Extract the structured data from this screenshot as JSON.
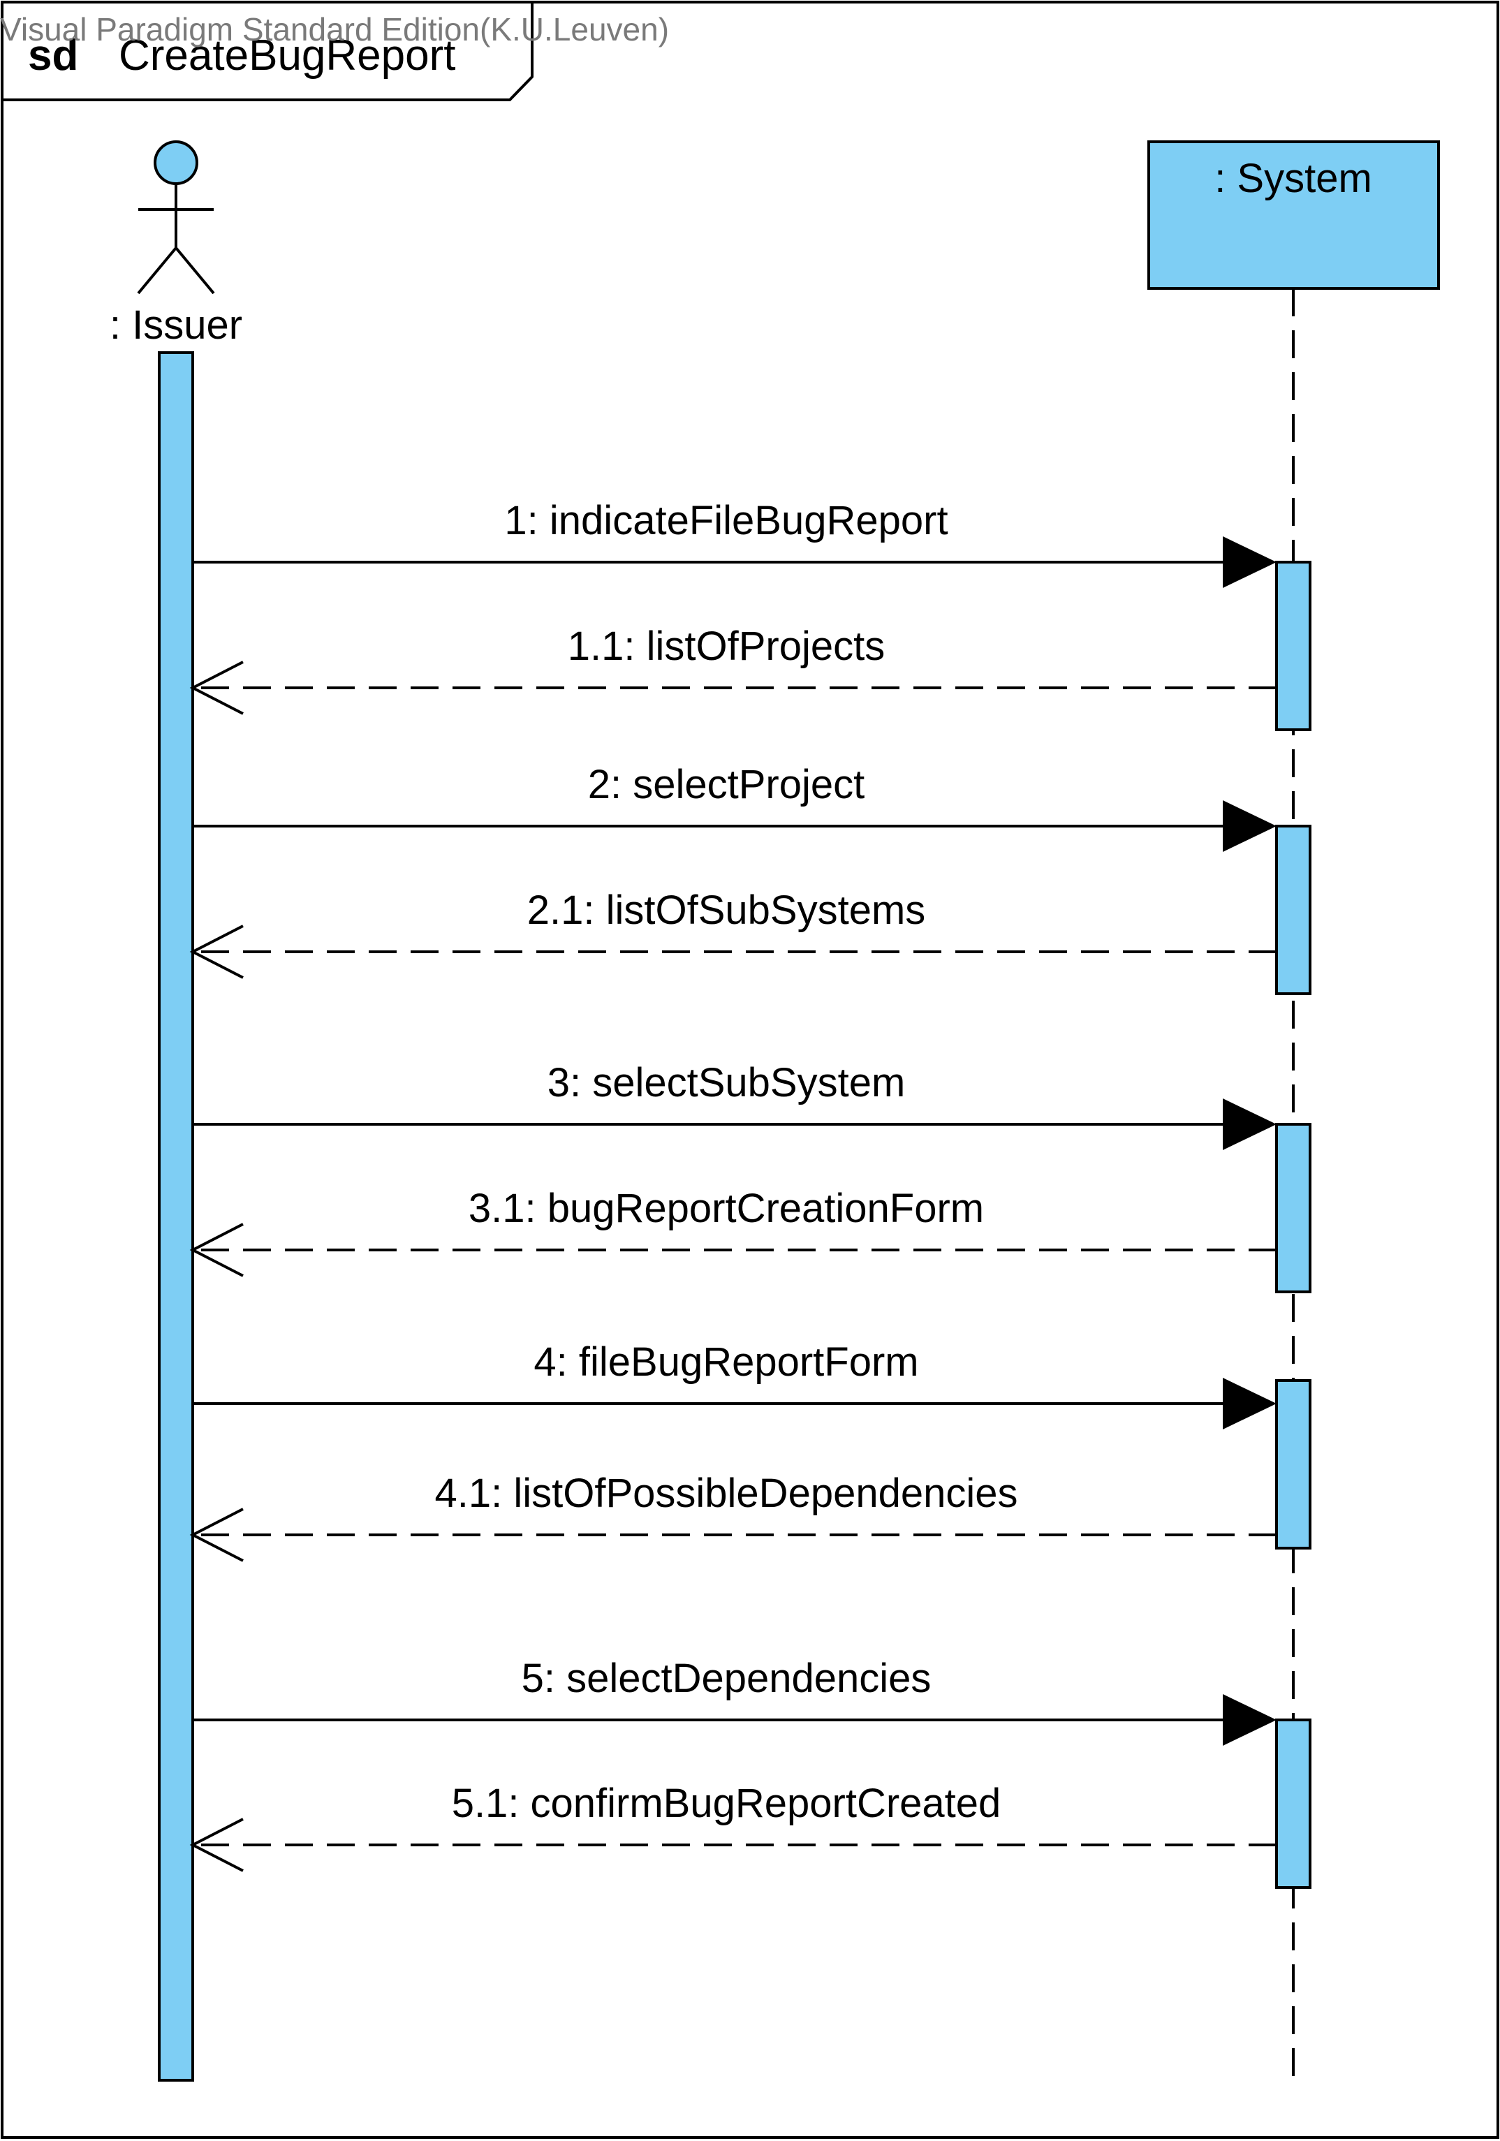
{
  "watermark": "Visual Paradigm Standard Edition(K.U.Leuven)",
  "frame": {
    "keyword": "sd",
    "title": "CreateBugReport"
  },
  "colors": {
    "fill": "#7ECEF4",
    "stroke": "#000000"
  },
  "actor": {
    "name": ": Issuer",
    "icon": "stick-figure-icon"
  },
  "system": {
    "name": ": System"
  },
  "messages": [
    {
      "label": "1: indicateFileBugReport",
      "kind": "call"
    },
    {
      "label": "1.1: listOfProjects",
      "kind": "return"
    },
    {
      "label": "2: selectProject",
      "kind": "call"
    },
    {
      "label": "2.1: listOfSubSystems",
      "kind": "return"
    },
    {
      "label": "3: selectSubSystem",
      "kind": "call"
    },
    {
      "label": "3.1: bugReportCreationForm",
      "kind": "return"
    },
    {
      "label": "4: fileBugReportForm",
      "kind": "call"
    },
    {
      "label": "4.1: listOfPossibleDependencies",
      "kind": "return"
    },
    {
      "label": "5: selectDependencies",
      "kind": "call"
    },
    {
      "label": "5.1: confirmBugReportCreated",
      "kind": "return"
    }
  ]
}
